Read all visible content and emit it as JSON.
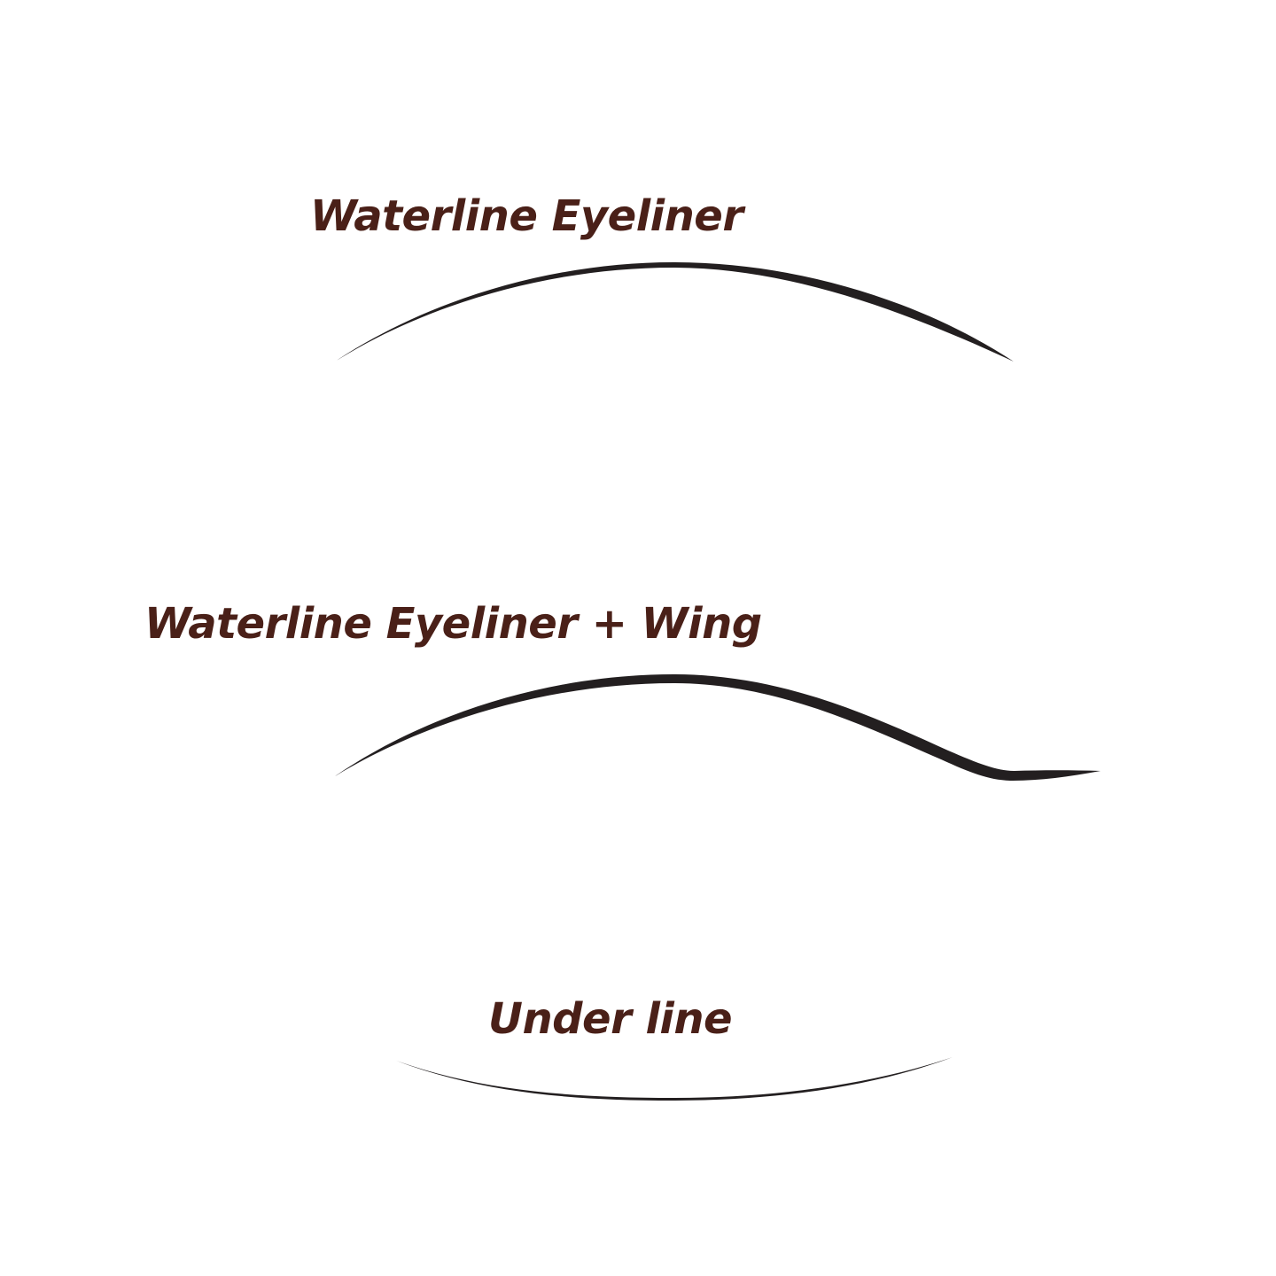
{
  "colors": {
    "background": "#ffffff",
    "label": "#4a2018",
    "stroke": "#231f20"
  },
  "styles": [
    {
      "id": "waterline",
      "label": "Waterline Eyeliner"
    },
    {
      "id": "waterline-wing",
      "label": "Waterline Eyeliner + Wing"
    },
    {
      "id": "under-line",
      "label": "Under line"
    }
  ]
}
